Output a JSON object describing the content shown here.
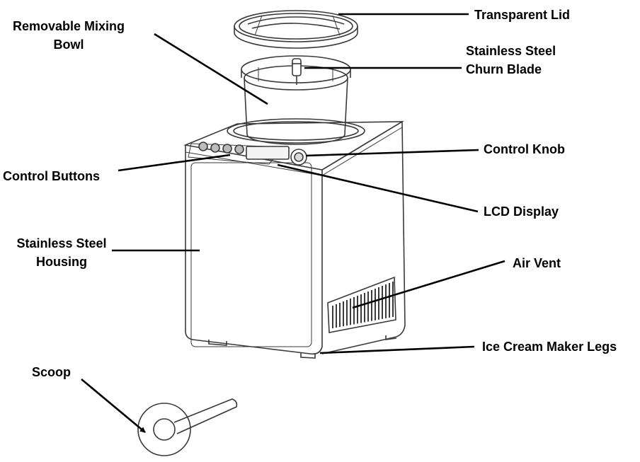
{
  "labels": {
    "transparent_lid": [
      "Transparent Lid"
    ],
    "removable_mixing_bowl": [
      "Removable Mixing",
      "Bowl"
    ],
    "churn_blade": [
      "Stainless Steel",
      "Churn Blade"
    ],
    "control_knob": [
      "Control Knob"
    ],
    "control_buttons": [
      "Control Buttons"
    ],
    "lcd_display": [
      "LCD Display"
    ],
    "housing": [
      "Stainless Steel",
      "Housing"
    ],
    "air_vent": [
      "Air Vent"
    ],
    "legs": [
      "Ice Cream Maker Legs"
    ],
    "scoop": [
      "Scoop"
    ]
  },
  "colors": {
    "ink": "#000000",
    "line_art": "#3a3a3a",
    "background": "#ffffff"
  }
}
